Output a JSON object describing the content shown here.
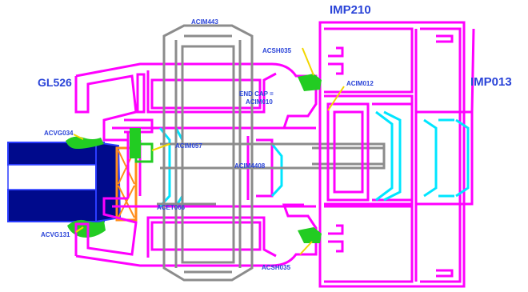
{
  "labels": {
    "imp210": "IMP210",
    "imp013": "IMP013",
    "gl526": "GL526",
    "acim443": "ACIM443",
    "acsh035_top": "ACSH035",
    "acsh035_bottom": "ACSH035",
    "end_cap_1": "END CAP =",
    "end_cap_2": "ACIM010",
    "acim012": "ACIM012",
    "acim057": "ACIM057",
    "acim4408": "ACIM4408",
    "acet066": "ACET066",
    "acvg034": "ACVG034",
    "acvg131": "ACVG131"
  },
  "colors": {
    "profile": "#ff00ff",
    "frame": "#8c8c8c",
    "glass": "#000a8c",
    "glass_edge": "#2a3cff",
    "gasket": "#22cc22",
    "thermal": "#00e5ff",
    "spacer": "#ff8c1a",
    "leader": "#f2d600",
    "label": "#2a44d8"
  }
}
